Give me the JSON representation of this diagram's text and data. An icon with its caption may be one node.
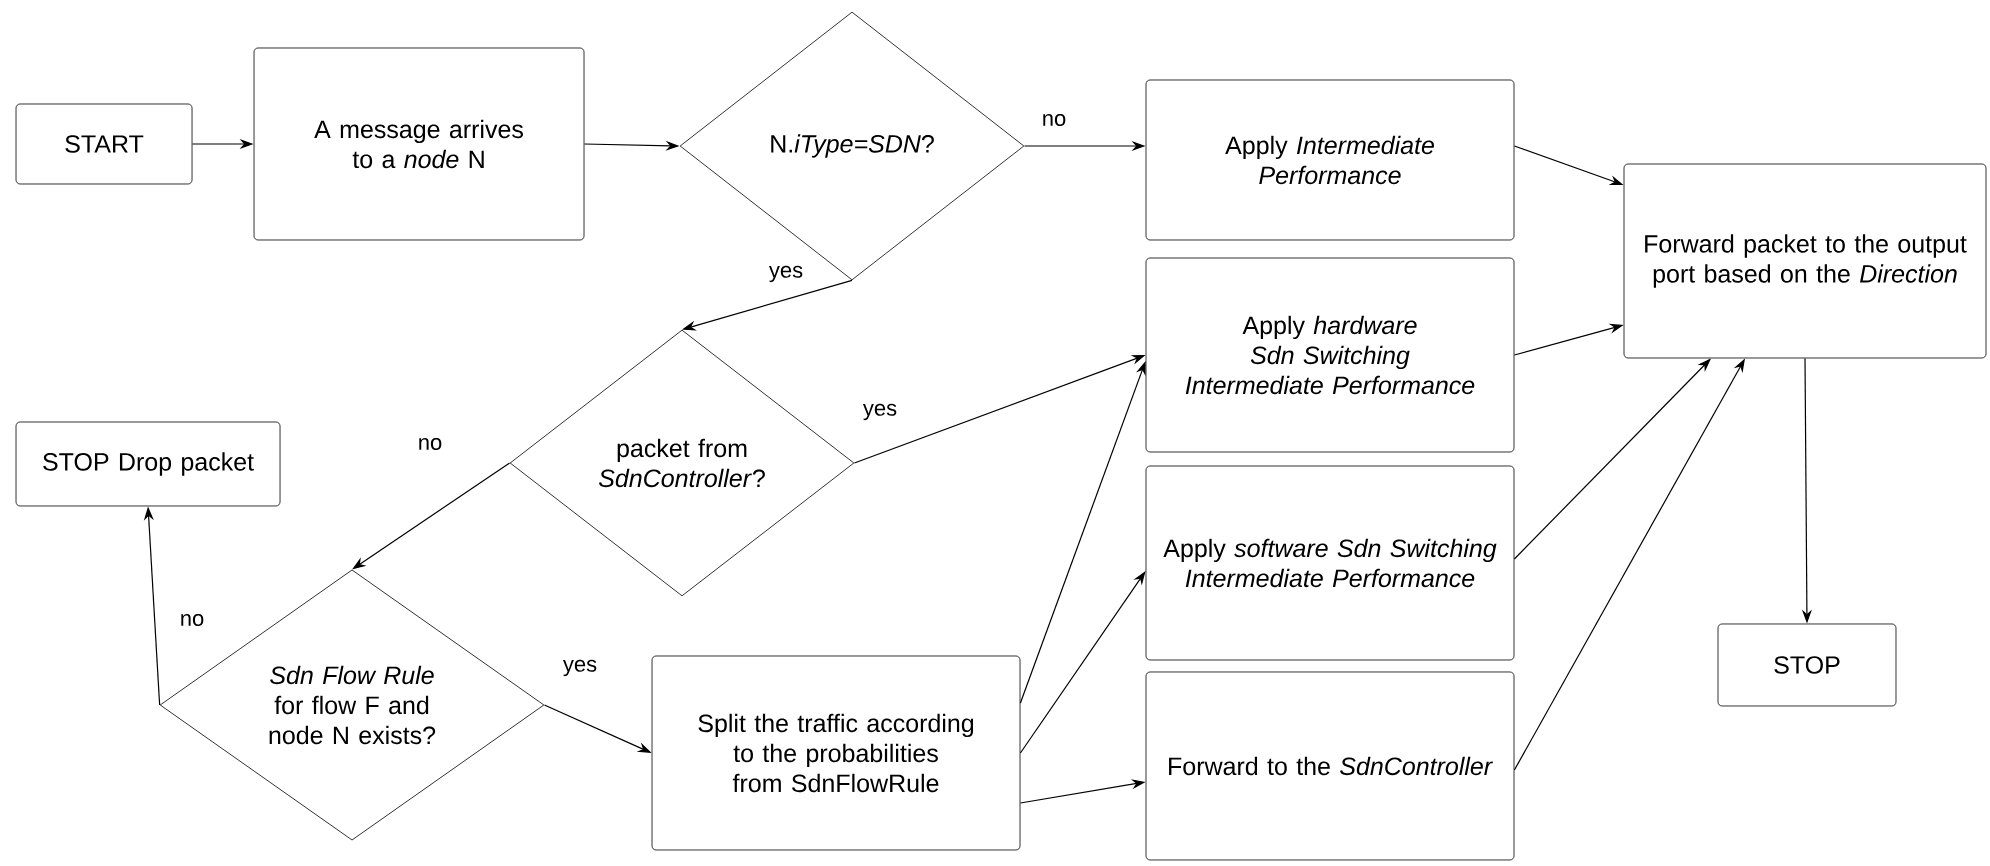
{
  "diagram": {
    "nodes": [
      {
        "text": [
          "START"
        ]
      },
      {
        "text": [
          "A message arrives to a *node* N"
        ]
      },
      {
        "text": [
          "N.*iType=SDN*?"
        ]
      },
      {
        "text": [
          "Apply *Intermediate Performance*"
        ]
      },
      {
        "text": [
          "Forward packet to the output port based on the *Direction*"
        ]
      },
      {
        "text": [
          "Apply *hardware Sdn Switching Intermediate Performance*"
        ]
      },
      {
        "text": [
          "packet from *SdnController*?"
        ]
      },
      {
        "text": [
          "STOP Drop packet"
        ]
      },
      {
        "text": [
          "*Sdn Flow Rule* for flow F and node N exists?"
        ]
      },
      {
        "text": [
          "Split the traffic according to the probabilities from SdnFlowRule"
        ]
      },
      {
        "text": [
          "Apply *software Sdn Switching Intermediate Performance*"
        ]
      },
      {
        "text": [
          "Forward to the *SdnController*"
        ]
      },
      {
        "text": [
          "STOP"
        ]
      }
    ],
    "edges": [
      {
        "from": 0,
        "to": 1,
        "arrow": "to"
      },
      {
        "from": 1,
        "to": 2,
        "arrow": "to"
      },
      {
        "from": 2,
        "to": 3,
        "arrow": "to",
        "label": "no"
      },
      {
        "from": 2,
        "to": 6,
        "arrow": "to",
        "label": "yes"
      },
      {
        "from": 3,
        "to": 4,
        "arrow": "to"
      },
      {
        "from": 5,
        "to": 4,
        "arrow": "to"
      },
      {
        "from": 6,
        "to": 5,
        "arrow": "to",
        "label": "yes"
      },
      {
        "from": 6,
        "to": 8,
        "arrow": "to",
        "label": "no"
      },
      {
        "from": 8,
        "to": 7,
        "arrow": "to",
        "label": "no"
      },
      {
        "from": 8,
        "to": 9,
        "arrow": "to",
        "label": "yes"
      },
      {
        "from": 9,
        "to": 5,
        "arrow": "to"
      },
      {
        "from": 9,
        "to": 10,
        "arrow": "to"
      },
      {
        "from": 9,
        "to": 11,
        "arrow": "to"
      },
      {
        "from": 10,
        "to": 4,
        "arrow": "to"
      },
      {
        "from": 11,
        "to": 4,
        "arrow": "to"
      },
      {
        "from": 4,
        "to": 12,
        "arrow": "to"
      }
    ]
  }
}
